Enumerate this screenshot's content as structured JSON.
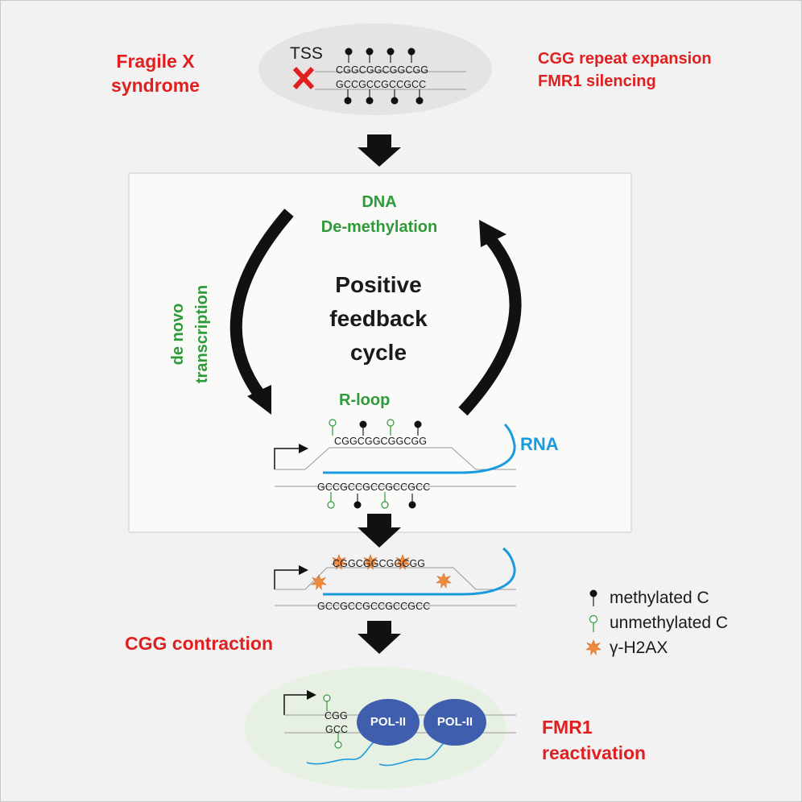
{
  "top": {
    "title_left": "Fragile X\nsyndrome",
    "title_right_line1": "CGG repeat expansion",
    "title_right_line2": "FMR1 silencing",
    "tss_label": "TSS",
    "top_seq": "CGGCGGCGGCGG",
    "bottom_seq": "GCCGCCGCCGCC"
  },
  "cycle": {
    "center_title": "Positive\nfeedback\ncycle",
    "top_label": "DNA\nDe-methylation",
    "left_label": "de novo\ntranscription",
    "rloop_label": "R-loop",
    "rna_label": "RNA",
    "top_seq": "CGGCGGCGGCGG",
    "bottom_seq": "GCCGCCGCCGCCGCC"
  },
  "contraction": {
    "label": "CGG contraction",
    "top_seq": "CGGCGGCGGCGG",
    "bottom_seq": "GCCGCCGCCGCCGCC"
  },
  "legend": {
    "methylated": "methylated C",
    "unmethylated": "unmethylated C",
    "h2ax": "γ-H2AX"
  },
  "reactivation": {
    "label": "FMR1\nreactivation",
    "top_seq": "CGG",
    "bottom_seq": "GCC",
    "pol1": "POL-II",
    "pol2": "POL-II"
  },
  "colors": {
    "red": "#e02020",
    "green": "#2e9a3a",
    "rna_blue": "#1a9be0",
    "pol_blue": "#3f5fae",
    "h2ax_orange": "#f08a3c"
  }
}
